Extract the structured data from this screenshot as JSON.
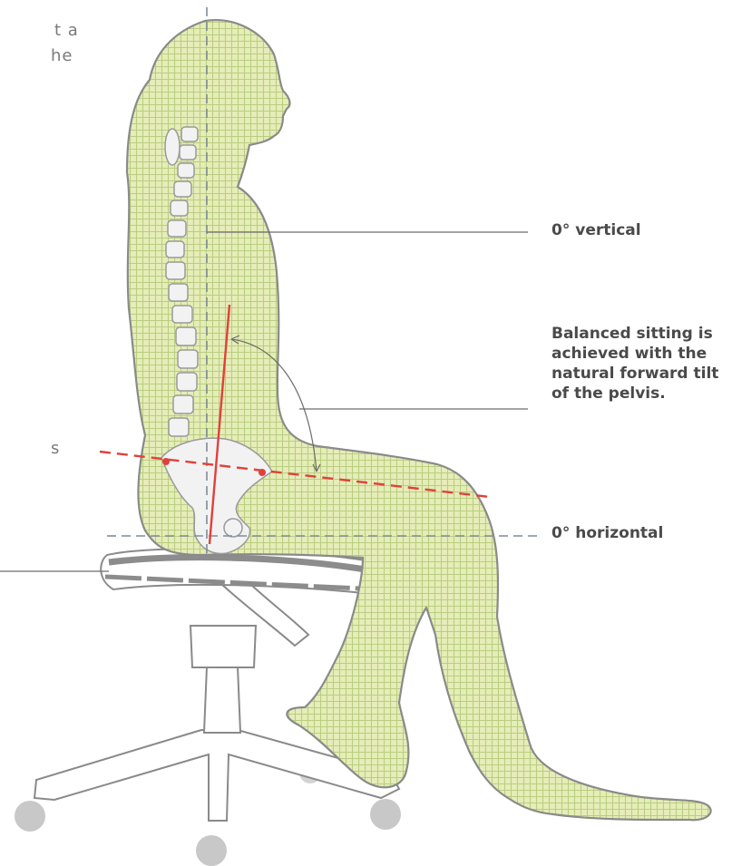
{
  "labels": {
    "vertical": "0° vertical",
    "balanced": [
      "Balanced sitting is",
      "achieved with the",
      "natural forward tilt",
      "of the pelvis."
    ],
    "horizontal": "0° horizontal"
  },
  "cropped_text": {
    "top_left": [
      "t a",
      "he"
    ],
    "mid_left": "s"
  },
  "colors": {
    "figure_fill": "#e3ecb0",
    "figure_grid": "#a8c26a",
    "outline": "#8a8a8a",
    "spine": "#f2f2f2",
    "pelvis_line": "#e0413a",
    "guide": "#7f8c99",
    "chair": "#ffffff",
    "seat_stripe": "#8c8c8c",
    "caster": "#c8c8c8",
    "text": "#4a4a4a"
  }
}
